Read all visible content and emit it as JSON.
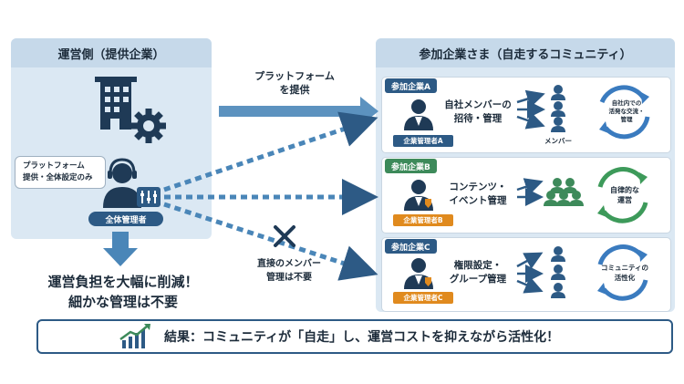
{
  "left_panel": {
    "title": "運営側（提供企業）",
    "bubble_line1": "プラットフォーム",
    "bubble_line2": "提供・全体設定のみ",
    "admin_badge": "全体管理者",
    "summary_line1": "運営負担を大幅に削減！",
    "summary_line2": "細かな管理は不要"
  },
  "arrow_labels": {
    "platform_line1": "プラットフォーム",
    "platform_line2": "を提供",
    "direct_line1": "直接のメンバー",
    "direct_line2": "管理は不要"
  },
  "right_panel": {
    "title": "参加企業さま（自走するコミュニティ）",
    "companies": [
      {
        "tab": "参加企業A",
        "role": "企業管理者A",
        "task_line1": "自社メンバーの",
        "task_line2": "招待・管理",
        "members_label": "メンバー",
        "cycle_line1": "自社内での",
        "cycle_line2": "活発な交流・",
        "cycle_line3": "管理"
      },
      {
        "tab": "参加企業B",
        "role": "企業管理者B",
        "task_line1": "コンテンツ・",
        "task_line2": "イベント管理",
        "cycle_line1": "自律的な",
        "cycle_line2": "運営"
      },
      {
        "tab": "参加企業C",
        "role": "企業管理者C",
        "task_line1": "権限設定・",
        "task_line2": "グループ管理",
        "cycle_line1": "コミュニティの",
        "cycle_line2": "活性化"
      }
    ]
  },
  "result": {
    "text": "結果：コミュニティが「自走」し、運営コストを抑えながら活性化！"
  },
  "icons": {
    "building": "building-icon",
    "gear": "gear-icon",
    "headset_person": "headset-person-icon",
    "control_panel": "control-panel-icon",
    "admin_person": "admin-person-icon",
    "member": "member-icon",
    "cycle": "cycle-arrows-icon",
    "cross": "cross-icon",
    "growth_chart": "growth-chart-icon"
  },
  "colors": {
    "navy": "#2d5a85",
    "panel_bg": "#dbe8f3",
    "company_a": "#2d5a85",
    "company_b": "#3d8a5a",
    "company_c": "#2d5a85",
    "role_a": "#2d5a85",
    "role_b": "#e08a1e",
    "role_c": "#e08a1e",
    "cycle_a": "#3a7bbf",
    "cycle_b": "#3d9a5a",
    "cycle_c": "#3a7bbf"
  }
}
